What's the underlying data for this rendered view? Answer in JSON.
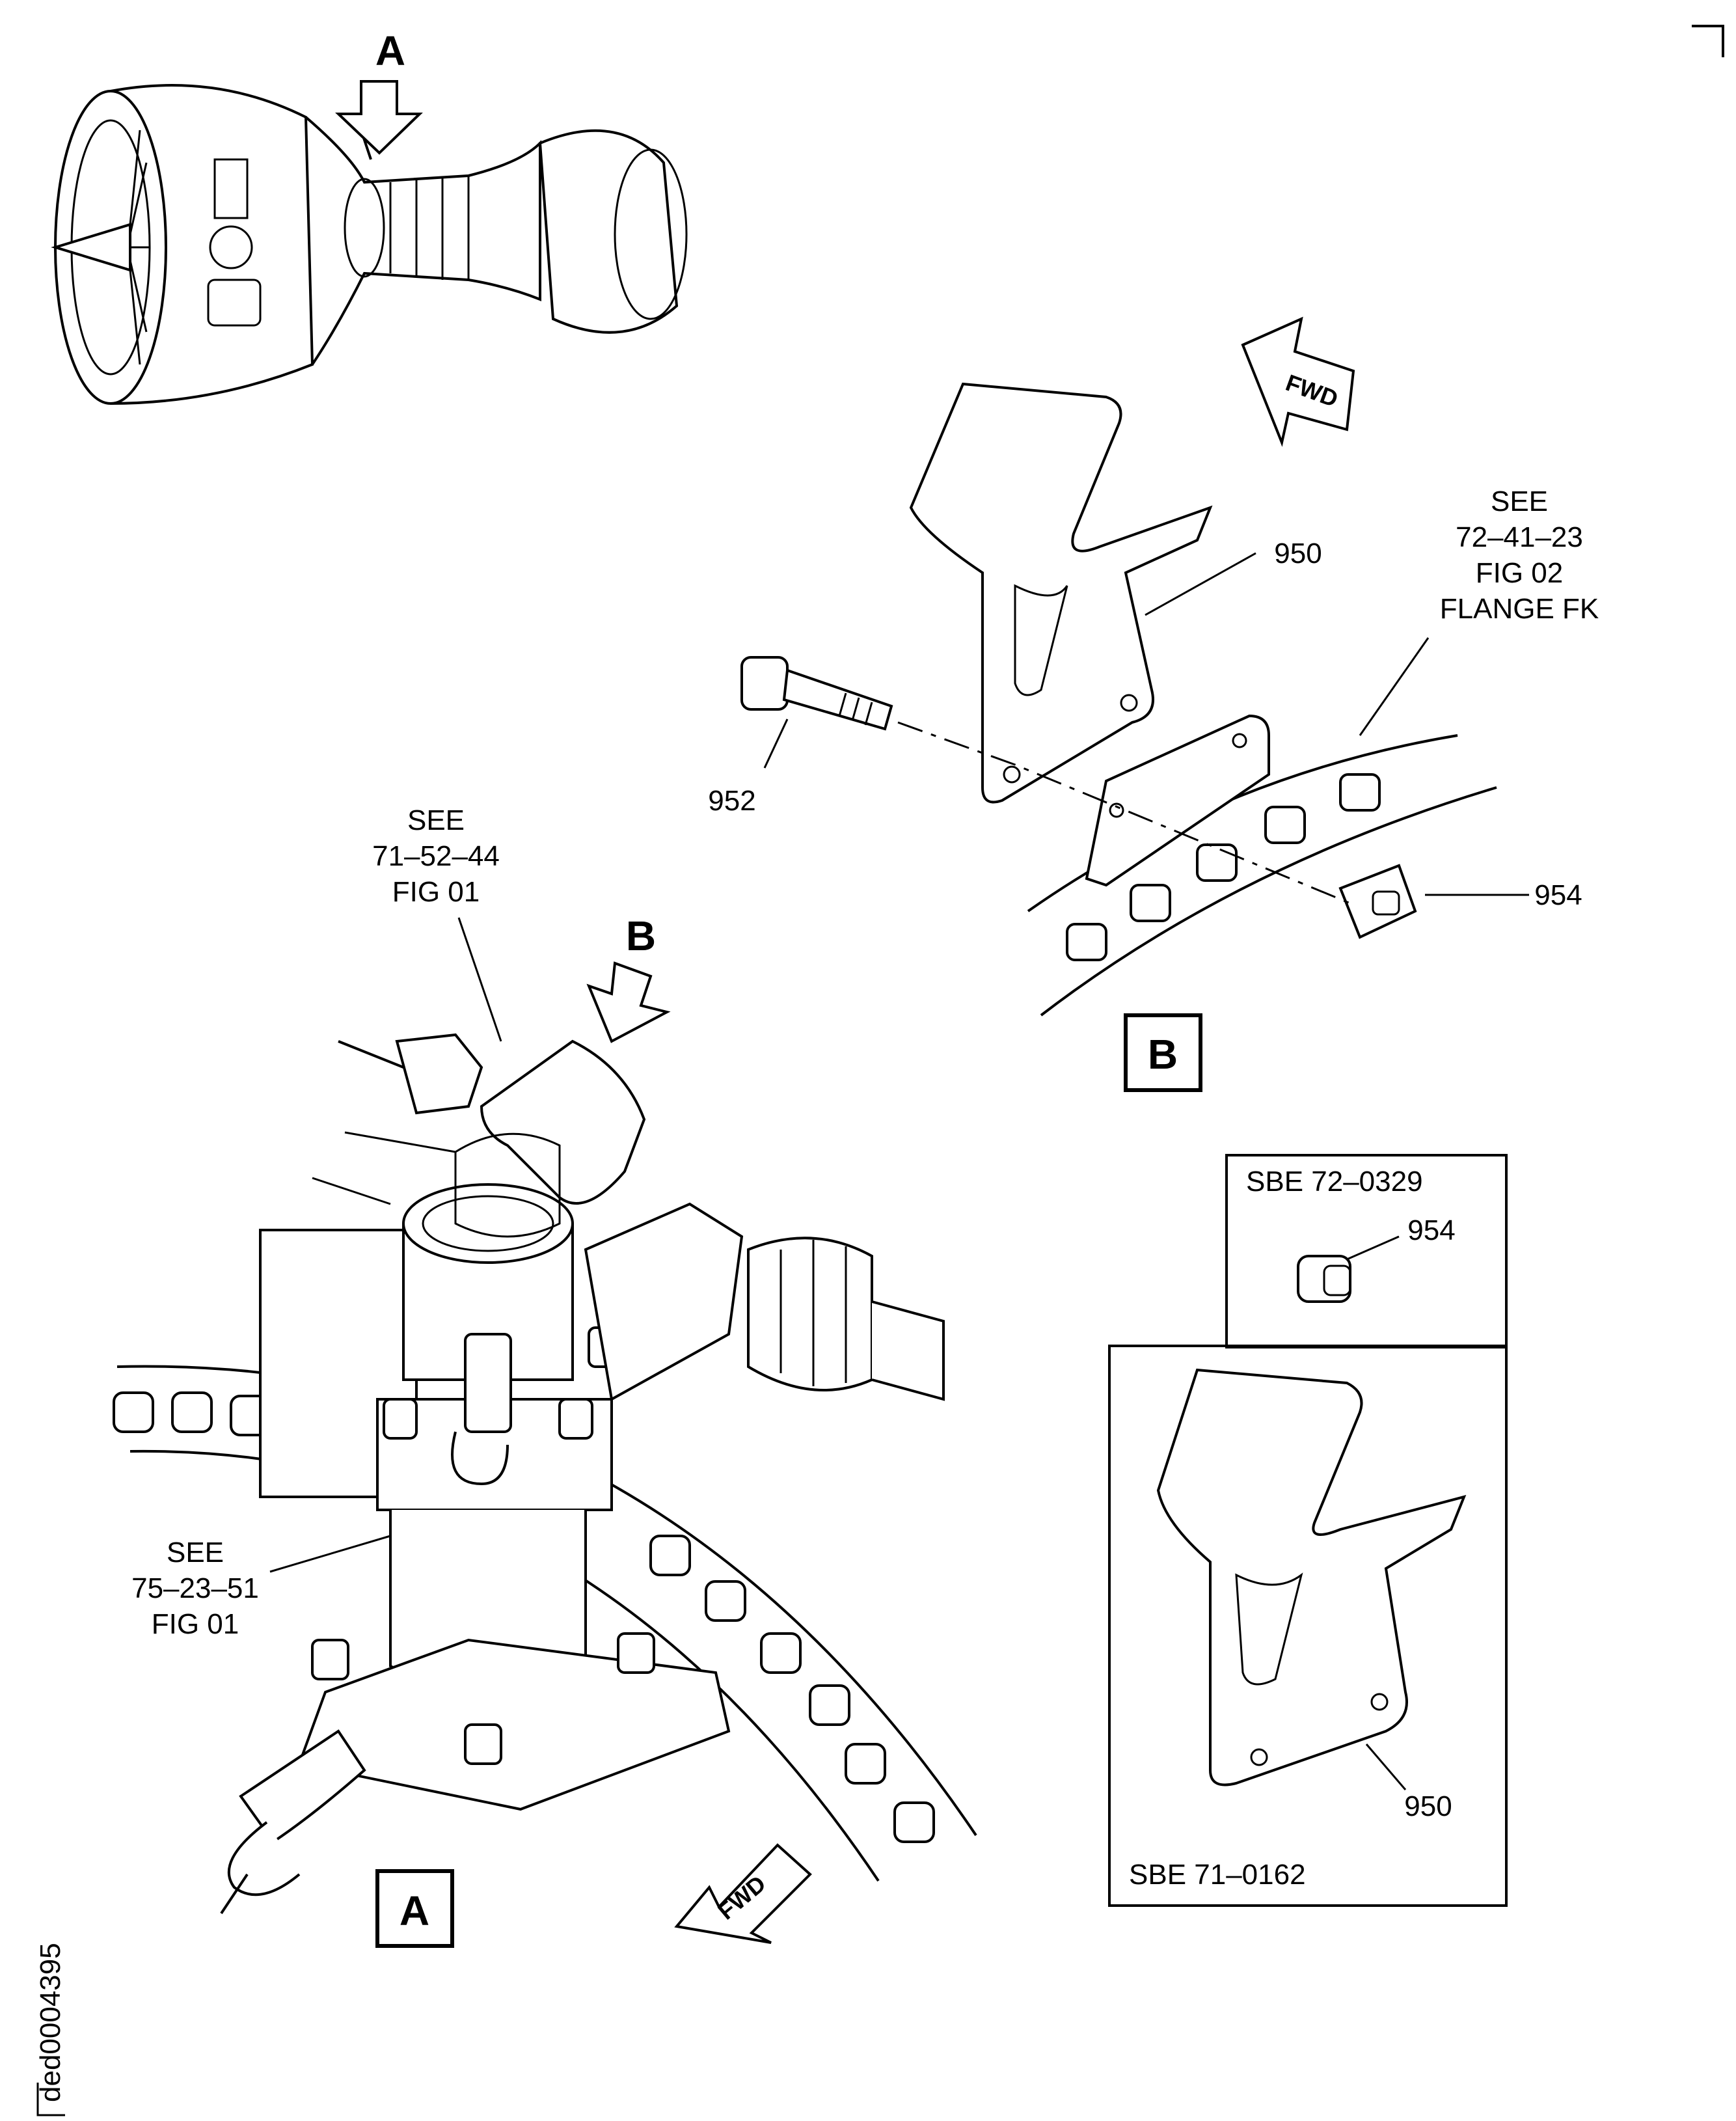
{
  "view_callouts": {
    "a": "A",
    "b": "B"
  },
  "fwd_label": "FWD",
  "detail_b": {
    "part_950": "950",
    "part_952": "952",
    "part_954": "954",
    "see_ref": [
      "SEE",
      "72–41–23",
      "FIG 02",
      "FLANGE FK"
    ]
  },
  "detail_a": {
    "see_ref_top": [
      "SEE",
      "71–52–44",
      "FIG 01"
    ],
    "see_ref_left": [
      "SEE",
      "75–23–51",
      "FIG 01"
    ]
  },
  "inset": {
    "sbe_top": "SBE 72–0329",
    "part_954": "954",
    "part_950": "950",
    "sbe_bottom": "SBE 71–0162"
  },
  "drawing_id": "ded0004395"
}
